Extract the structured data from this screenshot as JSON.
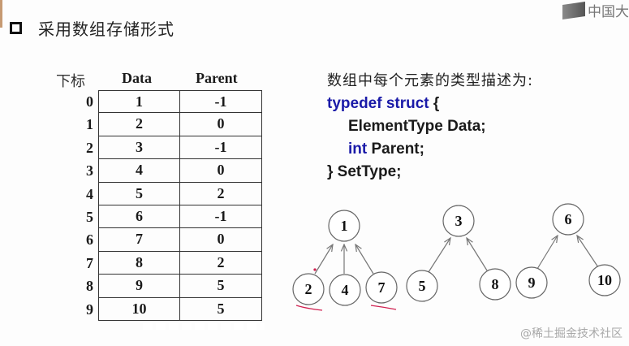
{
  "slide": {
    "title": "采用数组存储形式",
    "logo_text": "中国大",
    "watermark": "@稀土掘金技术社区"
  },
  "table": {
    "headers": {
      "index": "下标",
      "data": "Data",
      "parent": "Parent"
    },
    "rows": [
      {
        "index": "0",
        "data": "1",
        "parent": "-1"
      },
      {
        "index": "1",
        "data": "2",
        "parent": "0"
      },
      {
        "index": "2",
        "data": "3",
        "parent": "-1"
      },
      {
        "index": "3",
        "data": "4",
        "parent": "0"
      },
      {
        "index": "4",
        "data": "5",
        "parent": "2"
      },
      {
        "index": "5",
        "data": "6",
        "parent": "-1"
      },
      {
        "index": "6",
        "data": "7",
        "parent": "0"
      },
      {
        "index": "7",
        "data": "8",
        "parent": "2"
      },
      {
        "index": "8",
        "data": "9",
        "parent": "5"
      },
      {
        "index": "9",
        "data": "10",
        "parent": "5"
      }
    ]
  },
  "code": {
    "description": "数组中每个元素的类型描述为:",
    "line1_kw": "typedef struct",
    "line1_rest": " {",
    "line2": "ElementType Data;",
    "line3_kw": "int",
    "line3_rest": " Parent;",
    "line4": "} SetType;"
  },
  "trees": {
    "nodes": [
      "1",
      "2",
      "4",
      "7",
      "3",
      "5",
      "8",
      "6",
      "9",
      "10"
    ]
  },
  "colors": {
    "keyword": "#1a1aa8",
    "annotation": "#d02050",
    "accent": "#c69a72"
  }
}
